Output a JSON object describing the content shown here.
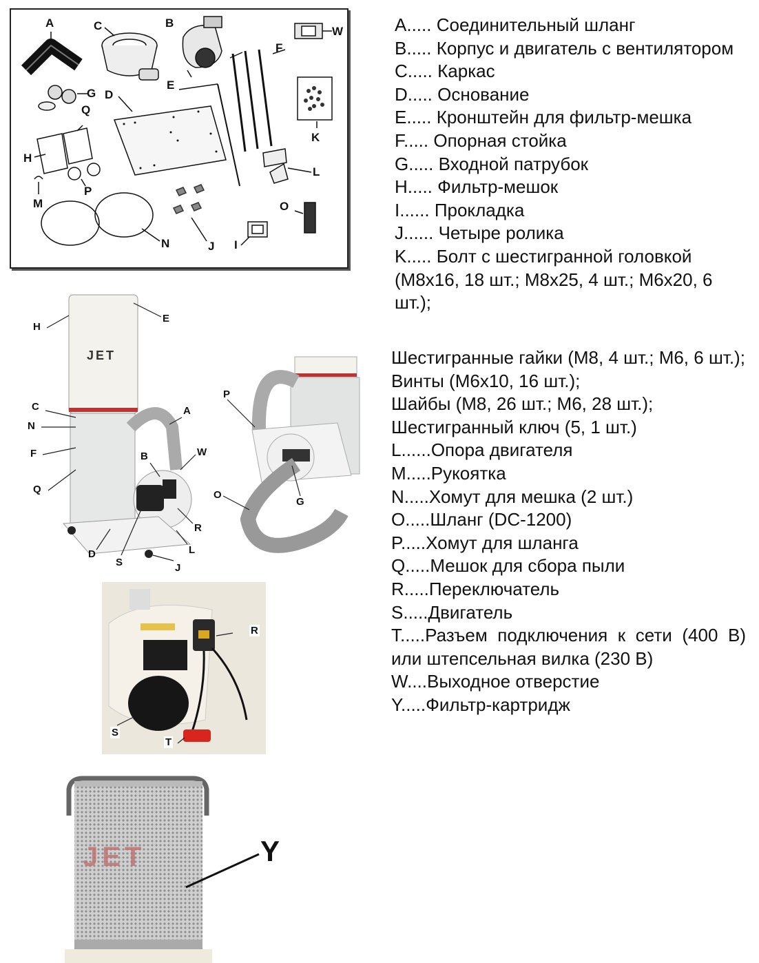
{
  "parts_overview": {
    "labels": [
      "A",
      "B",
      "C",
      "D",
      "E",
      "F",
      "G",
      "H",
      "I",
      "J",
      "K",
      "L",
      "M",
      "N",
      "O",
      "P",
      "Q",
      "W"
    ]
  },
  "assembly_photo": {
    "labels": [
      "H",
      "E",
      "C",
      "N",
      "F",
      "Q",
      "A",
      "W",
      "B",
      "R",
      "D",
      "S",
      "L",
      "J"
    ],
    "brand": "JET"
  },
  "hose_photo": {
    "labels": [
      "P",
      "O",
      "G"
    ]
  },
  "switch_photo": {
    "labels": [
      "R",
      "S",
      "T"
    ]
  },
  "cartridge_photo": {
    "label": "Y",
    "brand": "JET"
  },
  "legend": {
    "items": [
      {
        "key": "A",
        "dots": ".....",
        "text": "Соединительный шланг"
      },
      {
        "key": "B",
        "dots": ".....",
        "text": "Корпус и двигатель с вентилятором"
      },
      {
        "key": "C",
        "dots": ".....",
        "text": "Каркас"
      },
      {
        "key": "D",
        "dots": ".....",
        "text": "Основание"
      },
      {
        "key": "E",
        "dots": ".....",
        "text": "Кронштейн для фильтр-мешка"
      },
      {
        "key": "F",
        "dots": ".....",
        "text": "Опорная стойка"
      },
      {
        "key": "G",
        "dots": ".....",
        "text": "Входной патрубок"
      },
      {
        "key": "H",
        "dots": ".....",
        "text": "Фильтр-мешок"
      },
      {
        "key": "I",
        "dots": "......",
        "text": "Прокладка"
      },
      {
        "key": "J",
        "dots": "......",
        "text": "Четыре ролика"
      },
      {
        "key": "K",
        "dots": ".....",
        "text": "Болт с шестигранной головкой (M8x16, 18 шт.; M8x25, 4 шт.; M6x20, 6 шт.);"
      }
    ],
    "extra_lines": [
      "Шестигранные гайки (M8, 4 шт.; M6, 6 шт.);",
      "Винты (M6x10, 16 шт.);",
      "Шайбы (M8, 26 шт.; M6, 28 шт.);",
      "Шестигранный ключ (5, 1 шт.)"
    ],
    "items2": [
      {
        "key": "L",
        "dots": "......",
        "text": "Опора двигателя"
      },
      {
        "key": "M",
        "dots": ".....",
        "text": "Рукоятка"
      },
      {
        "key": "N",
        "dots": ".....",
        "text": "Хомут для мешка (2 шт.)"
      },
      {
        "key": "O",
        "dots": ".....",
        "text": "Шланг (DC-1200)"
      },
      {
        "key": "P",
        "dots": ".....",
        "text": "Хомут для шланга"
      },
      {
        "key": "Q",
        "dots": ".....",
        "text": "Мешок для сбора пыли"
      },
      {
        "key": "R",
        "dots": ".....",
        "text": "Переключатель"
      },
      {
        "key": "S",
        "dots": ".....",
        "text": "Двигатель"
      },
      {
        "key": "T",
        "dots": ".....",
        "text": "Разъем подключения к сети (400 В) или штепсельная вилка (230 В)"
      },
      {
        "key": "W",
        "dots": "....",
        "text": "Выходное отверстие"
      },
      {
        "key": "Y",
        "dots": ".....",
        "text": "Фильтр-картридж"
      }
    ]
  }
}
